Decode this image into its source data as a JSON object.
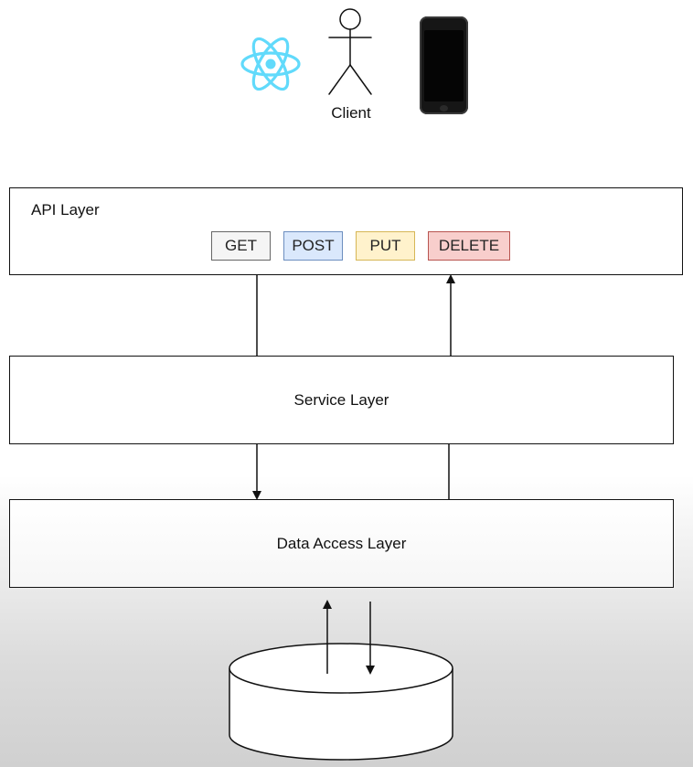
{
  "client": {
    "label": "Client",
    "icons": [
      "react-logo-icon",
      "actor-icon",
      "phone-icon"
    ]
  },
  "api_layer": {
    "title": "API Layer",
    "methods": [
      {
        "label": "GET",
        "fill": "#f5f5f5",
        "stroke": "#666666"
      },
      {
        "label": "POST",
        "fill": "#dae8fc",
        "stroke": "#6c8ebf"
      },
      {
        "label": "PUT",
        "fill": "#fff2cc",
        "stroke": "#d6b656"
      },
      {
        "label": "DELETE",
        "fill": "#f8cecc",
        "stroke": "#b85450"
      }
    ]
  },
  "service_layer": {
    "title": "Service Layer"
  },
  "data_access_layer": {
    "title": "Data Access Layer"
  },
  "database": {
    "icon": "database-cylinder-icon"
  },
  "colors": {
    "react": "#61dafb",
    "line": "#111111",
    "background_bottom": "#d0d0d0"
  }
}
